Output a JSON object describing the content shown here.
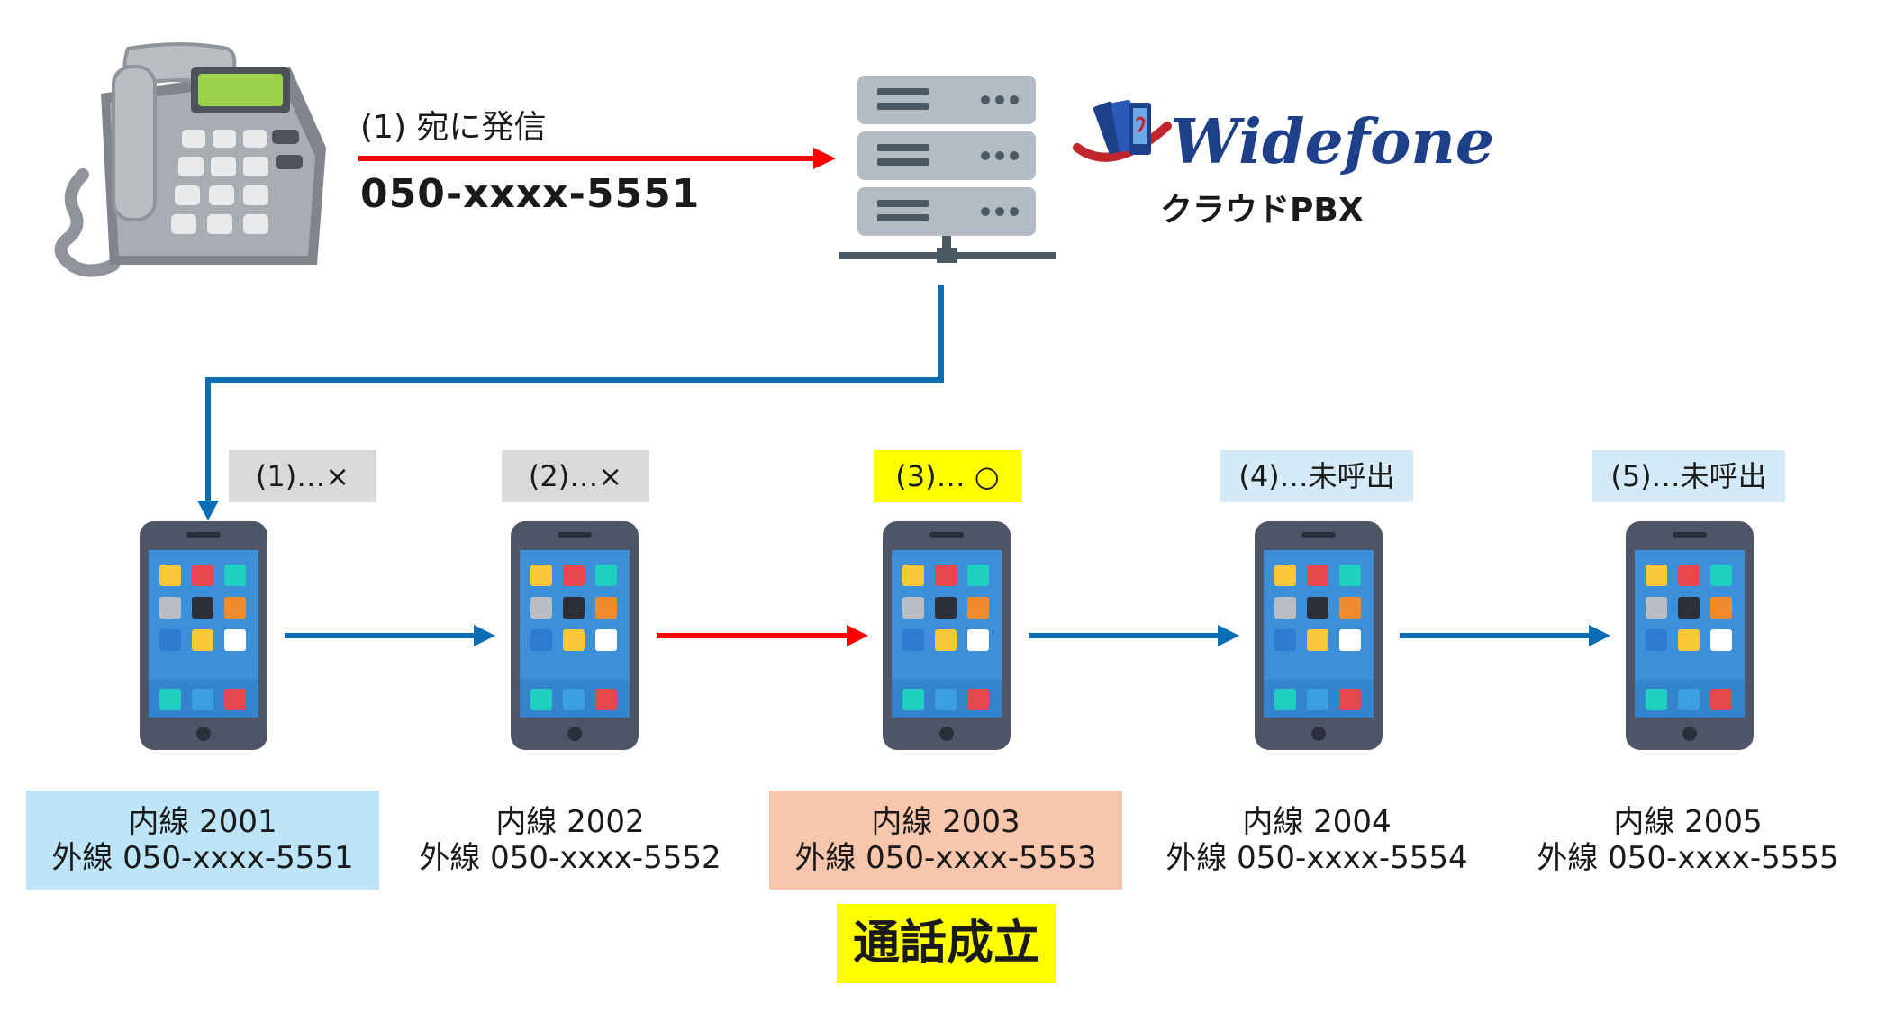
{
  "caller": {
    "caption": "(1) 宛に発信",
    "number": "050-xxxx-5551"
  },
  "brand": {
    "name": "Widefone",
    "subtitle": "クラウドPBX"
  },
  "colors": {
    "red_arrow": "#ff0000",
    "blue_line": "#0b6eb5",
    "status_gray": "#d9d9d9",
    "status_yellow": "#ffff00",
    "status_blue": "#d4ebf7",
    "ext_blue": "#bde4f7",
    "ext_salmon": "#f8c6ad",
    "brand_navy": "#1e3f8a",
    "brand_red": "#c0262c"
  },
  "phones": [
    {
      "status": "(1)…×",
      "status_style": "gray",
      "internal": "内線 2001",
      "external": "外線 050-xxxx-5551",
      "label_style": "blue"
    },
    {
      "status": "(2)…×",
      "status_style": "gray",
      "internal": "内線 2002",
      "external": "外線 050-xxxx-5552",
      "label_style": "none"
    },
    {
      "status": "(3)… ○",
      "status_style": "yellow",
      "internal": "内線 2003",
      "external": "外線 050-xxxx-5553",
      "label_style": "salmon"
    },
    {
      "status": "(4)…未呼出",
      "status_style": "blue",
      "internal": "内線 2004",
      "external": "外線 050-xxxx-5554",
      "label_style": "none"
    },
    {
      "status": "(5)…未呼出",
      "status_style": "blue",
      "internal": "内線 2005",
      "external": "外線 050-xxxx-5555",
      "label_style": "none"
    }
  ],
  "result": "通話成立"
}
